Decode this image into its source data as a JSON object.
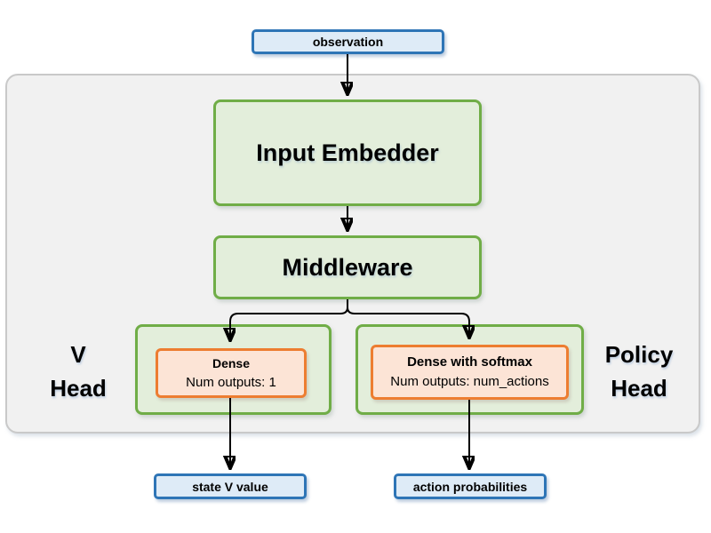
{
  "diagram": {
    "input": {
      "label": "observation"
    },
    "container": {
      "input_embedder": {
        "label": "Input Embedder"
      },
      "middleware": {
        "label": "Middleware"
      },
      "v_head": {
        "label_line1": "V",
        "label_line2": "Head",
        "dense": {
          "title": "Dense",
          "subtitle": "Num outputs: 1"
        }
      },
      "policy_head": {
        "label_line1": "Policy",
        "label_line2": "Head",
        "dense": {
          "title": "Dense with softmax",
          "subtitle": "Num outputs: num_actions"
        }
      }
    },
    "outputs": {
      "state_v_value": {
        "label": "state V value"
      },
      "action_probabilities": {
        "label": "action probabilities"
      }
    },
    "colors": {
      "io_fill": "#deebf7",
      "io_border": "#2e75b6",
      "green_fill": "#e3eedb",
      "green_border": "#70ad47",
      "orange_fill": "#fce4d6",
      "orange_border": "#ed7d31",
      "panel_fill": "#f1f1f1",
      "panel_border": "#c9c9c9",
      "arrow": "#000000"
    }
  }
}
